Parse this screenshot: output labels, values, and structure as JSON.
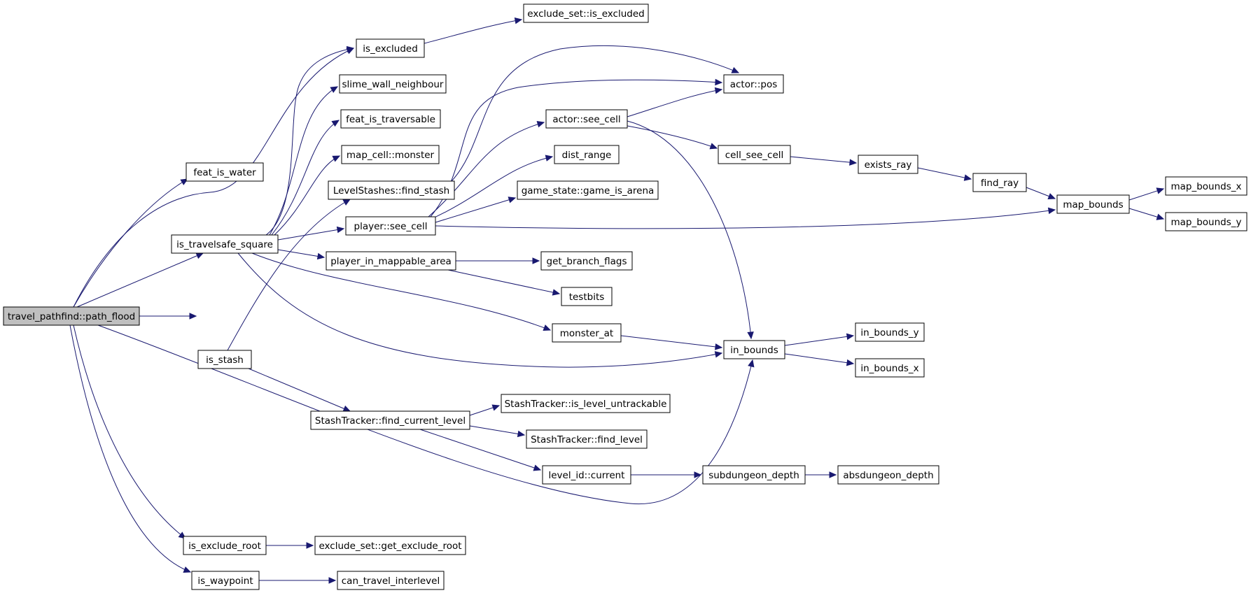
{
  "graph": {
    "root": "travel_pathfind::path_flood",
    "nodes": [
      {
        "id": "path_flood",
        "label": "travel_pathfind::path_flood",
        "root": true
      },
      {
        "id": "feat_is_water",
        "label": "feat_is_water"
      },
      {
        "id": "is_travelsafe_square",
        "label": "is_travelsafe_square"
      },
      {
        "id": "is_stash",
        "label": "is_stash"
      },
      {
        "id": "is_exclude_root",
        "label": "is_exclude_root"
      },
      {
        "id": "is_waypoint",
        "label": "is_waypoint"
      },
      {
        "id": "is_excluded",
        "label": "is_excluded"
      },
      {
        "id": "slime_wall_neighbour",
        "label": "slime_wall_neighbour"
      },
      {
        "id": "feat_is_traversable",
        "label": "feat_is_traversable"
      },
      {
        "id": "map_cell_monster",
        "label": "map_cell::monster"
      },
      {
        "id": "find_stash",
        "label": "LevelStashes::find_stash"
      },
      {
        "id": "player_see_cell",
        "label": "player::see_cell"
      },
      {
        "id": "player_in_mappable_area",
        "label": "player_in_mappable_area"
      },
      {
        "id": "find_current_level",
        "label": "StashTracker::find_current_level"
      },
      {
        "id": "get_exclude_root",
        "label": "exclude_set::get_exclude_root"
      },
      {
        "id": "can_travel_interlevel",
        "label": "can_travel_interlevel"
      },
      {
        "id": "exclude_is_excluded",
        "label": "exclude_set::is_excluded"
      },
      {
        "id": "actor_pos",
        "label": "actor::pos"
      },
      {
        "id": "actor_see_cell",
        "label": "actor::see_cell"
      },
      {
        "id": "dist_range",
        "label": "dist_range"
      },
      {
        "id": "game_is_arena",
        "label": "game_state::game_is_arena"
      },
      {
        "id": "get_branch_flags",
        "label": "get_branch_flags"
      },
      {
        "id": "testbits",
        "label": "testbits"
      },
      {
        "id": "monster_at",
        "label": "monster_at"
      },
      {
        "id": "is_level_untrackable",
        "label": "StashTracker::is_level_untrackable"
      },
      {
        "id": "find_level",
        "label": "StashTracker::find_level"
      },
      {
        "id": "level_id_current",
        "label": "level_id::current"
      },
      {
        "id": "cell_see_cell",
        "label": "cell_see_cell"
      },
      {
        "id": "in_bounds",
        "label": "in_bounds"
      },
      {
        "id": "subdungeon_depth",
        "label": "subdungeon_depth"
      },
      {
        "id": "exists_ray",
        "label": "exists_ray"
      },
      {
        "id": "in_bounds_y",
        "label": "in_bounds_y"
      },
      {
        "id": "in_bounds_x",
        "label": "in_bounds_x"
      },
      {
        "id": "absdungeon_depth",
        "label": "absdungeon_depth"
      },
      {
        "id": "find_ray",
        "label": "find_ray"
      },
      {
        "id": "map_bounds",
        "label": "map_bounds"
      },
      {
        "id": "map_bounds_x",
        "label": "map_bounds_x"
      },
      {
        "id": "map_bounds_y",
        "label": "map_bounds_y"
      }
    ],
    "edges": [
      [
        "path_flood",
        "feat_is_water"
      ],
      [
        "path_flood",
        "is_excluded"
      ],
      [
        "path_flood",
        "is_travelsafe_square"
      ],
      [
        "path_flood",
        "is_stash"
      ],
      [
        "path_flood",
        "in_bounds"
      ],
      [
        "path_flood",
        "is_exclude_root"
      ],
      [
        "path_flood",
        "is_waypoint"
      ],
      [
        "is_travelsafe_square",
        "is_excluded"
      ],
      [
        "is_travelsafe_square",
        "slime_wall_neighbour"
      ],
      [
        "is_travelsafe_square",
        "feat_is_traversable"
      ],
      [
        "is_travelsafe_square",
        "map_cell_monster"
      ],
      [
        "is_travelsafe_square",
        "player_see_cell"
      ],
      [
        "is_travelsafe_square",
        "player_in_mappable_area"
      ],
      [
        "is_travelsafe_square",
        "monster_at"
      ],
      [
        "is_travelsafe_square",
        "in_bounds"
      ],
      [
        "is_stash",
        "find_stash"
      ],
      [
        "is_stash",
        "find_current_level"
      ],
      [
        "is_excluded",
        "exclude_is_excluded"
      ],
      [
        "find_stash",
        "actor_pos"
      ],
      [
        "player_see_cell",
        "actor_pos"
      ],
      [
        "player_see_cell",
        "actor_see_cell"
      ],
      [
        "player_see_cell",
        "dist_range"
      ],
      [
        "player_see_cell",
        "game_is_arena"
      ],
      [
        "player_see_cell",
        "map_bounds"
      ],
      [
        "actor_see_cell",
        "actor_pos"
      ],
      [
        "actor_see_cell",
        "cell_see_cell"
      ],
      [
        "actor_see_cell",
        "in_bounds"
      ],
      [
        "player_in_mappable_area",
        "get_branch_flags"
      ],
      [
        "player_in_mappable_area",
        "testbits"
      ],
      [
        "monster_at",
        "in_bounds"
      ],
      [
        "find_current_level",
        "is_level_untrackable"
      ],
      [
        "find_current_level",
        "find_level"
      ],
      [
        "find_current_level",
        "level_id_current"
      ],
      [
        "level_id_current",
        "subdungeon_depth"
      ],
      [
        "subdungeon_depth",
        "absdungeon_depth"
      ],
      [
        "cell_see_cell",
        "exists_ray"
      ],
      [
        "exists_ray",
        "find_ray"
      ],
      [
        "find_ray",
        "map_bounds"
      ],
      [
        "map_bounds",
        "map_bounds_x"
      ],
      [
        "map_bounds",
        "map_bounds_y"
      ],
      [
        "in_bounds",
        "in_bounds_y"
      ],
      [
        "in_bounds",
        "in_bounds_x"
      ],
      [
        "is_exclude_root",
        "get_exclude_root"
      ],
      [
        "is_waypoint",
        "can_travel_interlevel"
      ]
    ]
  }
}
